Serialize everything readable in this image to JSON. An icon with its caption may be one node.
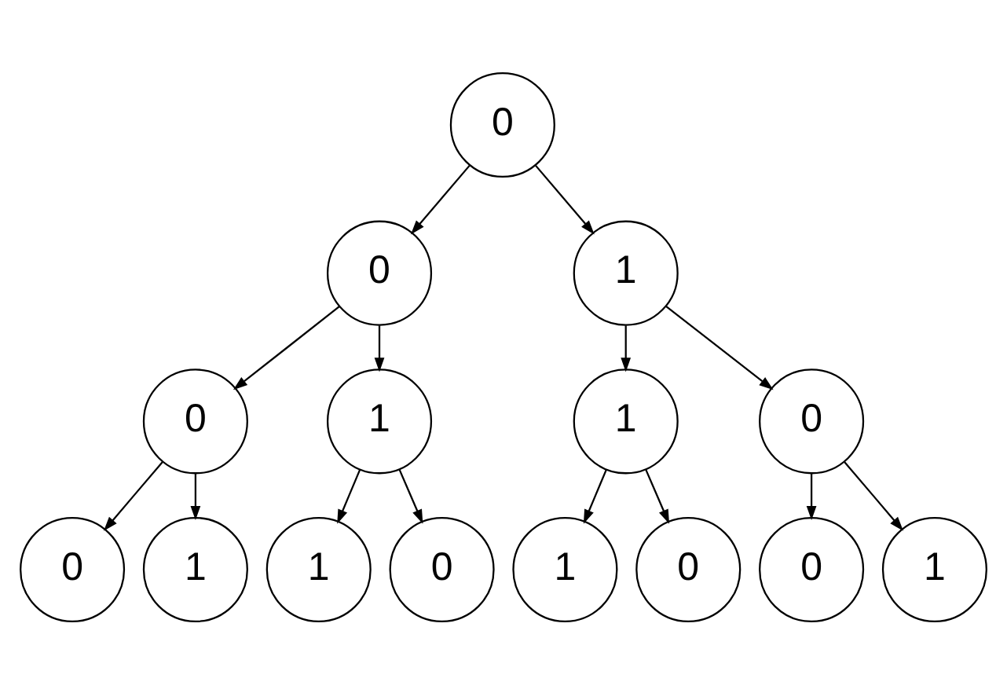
{
  "diagram": {
    "nodes": [
      {
        "text": [
          "0"
        ]
      },
      {
        "text": [
          "0"
        ]
      },
      {
        "text": [
          "1"
        ]
      },
      {
        "text": [
          "0"
        ]
      },
      {
        "text": [
          "1"
        ]
      },
      {
        "text": [
          "1"
        ]
      },
      {
        "text": [
          "0"
        ]
      },
      {
        "text": [
          "0"
        ]
      },
      {
        "text": [
          "1"
        ]
      },
      {
        "text": [
          "1"
        ]
      },
      {
        "text": [
          "0"
        ]
      },
      {
        "text": [
          "1"
        ]
      },
      {
        "text": [
          "0"
        ]
      },
      {
        "text": [
          "0"
        ]
      },
      {
        "text": [
          "1"
        ]
      }
    ],
    "edges": [
      {
        "from": 0,
        "to": 1,
        "arrow": "to"
      },
      {
        "from": 0,
        "to": 2,
        "arrow": "to"
      },
      {
        "from": 1,
        "to": 3,
        "arrow": "to"
      },
      {
        "from": 1,
        "to": 4,
        "arrow": "to"
      },
      {
        "from": 2,
        "to": 5,
        "arrow": "to"
      },
      {
        "from": 2,
        "to": 6,
        "arrow": "to"
      },
      {
        "from": 3,
        "to": 7,
        "arrow": "to"
      },
      {
        "from": 3,
        "to": 8,
        "arrow": "to"
      },
      {
        "from": 4,
        "to": 9,
        "arrow": "to"
      },
      {
        "from": 4,
        "to": 10,
        "arrow": "to"
      },
      {
        "from": 5,
        "to": 11,
        "arrow": "to"
      },
      {
        "from": 5,
        "to": 12,
        "arrow": "to"
      },
      {
        "from": 6,
        "to": 13,
        "arrow": "to"
      },
      {
        "from": 6,
        "to": 14,
        "arrow": "to"
      }
    ]
  }
}
